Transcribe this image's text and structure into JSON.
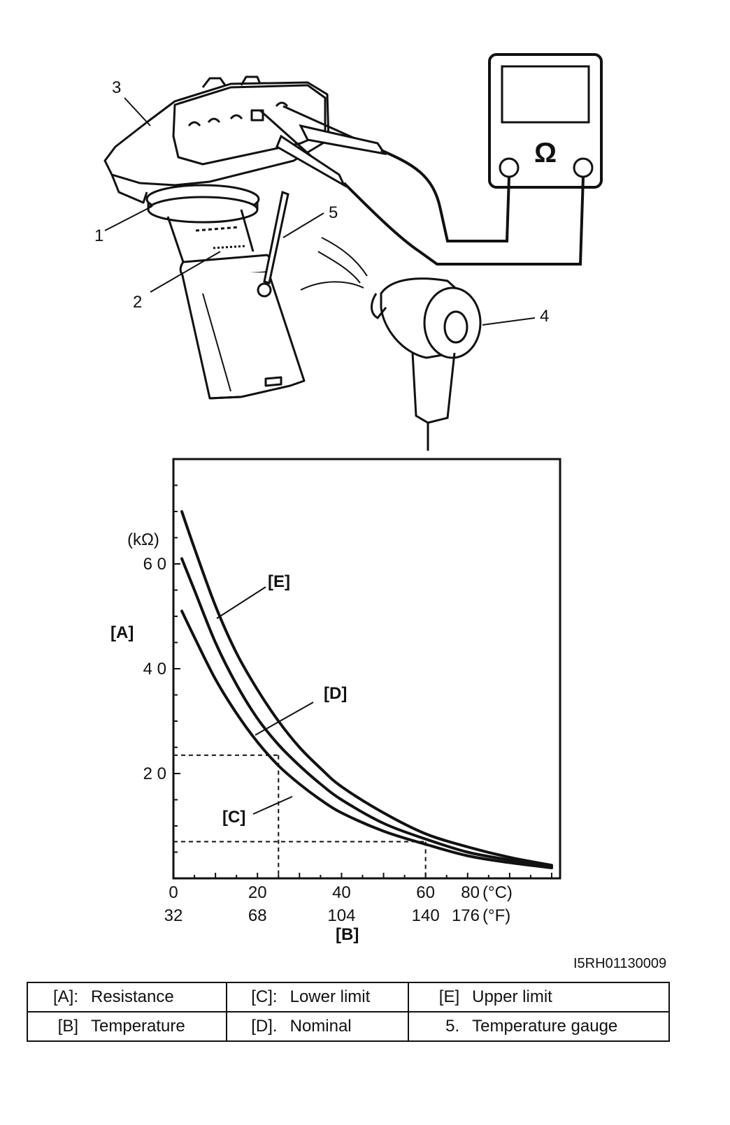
{
  "callouts": [
    "1",
    "2",
    "3",
    "4",
    "5"
  ],
  "meter_symbol": "Ω",
  "figure_id": "I5RH01130009",
  "chart_data": {
    "type": "line",
    "y_unit": "(kΩ)",
    "y_axis_tag": "[A]",
    "x_axis_tag": "[B]",
    "x_unit_c": "(°C)",
    "x_unit_f": "(°F)",
    "xlim": [
      0,
      92
    ],
    "ylim": [
      0,
      80
    ],
    "y_ticks": [
      {
        "v": 20,
        "label": "2 0"
      },
      {
        "v": 40,
        "label": "4 0"
      },
      {
        "v": 60,
        "label": "6 0"
      }
    ],
    "x_ticks": [
      {
        "v": 0,
        "c": "0",
        "f": "32"
      },
      {
        "v": 20,
        "c": "20",
        "f": "68"
      },
      {
        "v": 40,
        "c": "40",
        "f": "104"
      },
      {
        "v": 60,
        "c": "60",
        "f": "140"
      },
      {
        "v": 80,
        "c": "80",
        "f": "176"
      }
    ],
    "series": [
      {
        "name": "[E]",
        "x": [
          2,
          5,
          10,
          15,
          20,
          25,
          30,
          35,
          40,
          50,
          60,
          70,
          80,
          90
        ],
        "y": [
          70,
          63,
          52,
          43,
          36,
          30,
          25,
          21,
          17.5,
          12.5,
          8.5,
          6,
          4,
          2.5
        ]
      },
      {
        "name": "[D]",
        "x": [
          2,
          5,
          10,
          15,
          20,
          25,
          30,
          35,
          40,
          50,
          60,
          70,
          80,
          90
        ],
        "y": [
          61,
          55,
          45,
          37,
          30.5,
          25.5,
          21.5,
          18,
          15,
          10.5,
          7.5,
          5,
          3.5,
          2.2
        ]
      },
      {
        "name": "[C]",
        "x": [
          2,
          5,
          10,
          15,
          20,
          25,
          30,
          35,
          40,
          50,
          60,
          70,
          80,
          90
        ],
        "y": [
          51,
          46,
          38,
          31.5,
          26,
          21.5,
          18,
          15,
          12.5,
          9,
          6.5,
          4.3,
          3,
          2
        ]
      }
    ],
    "reference_lines": [
      {
        "x": 25,
        "y": 23.5
      },
      {
        "x": 60,
        "y": 7
      }
    ]
  },
  "legend": {
    "rows": [
      [
        {
          "key": "[A]:",
          "text": "Resistance"
        },
        {
          "key": "[C]:",
          "text": "Lower limit"
        },
        {
          "key": "[E]",
          "text": "Upper limit"
        }
      ],
      [
        {
          "key": "[B]",
          "text": "Temperature"
        },
        {
          "key": "[D].",
          "text": "Nominal"
        },
        {
          "key": "5.",
          "text": "Temperature gauge"
        }
      ]
    ]
  }
}
